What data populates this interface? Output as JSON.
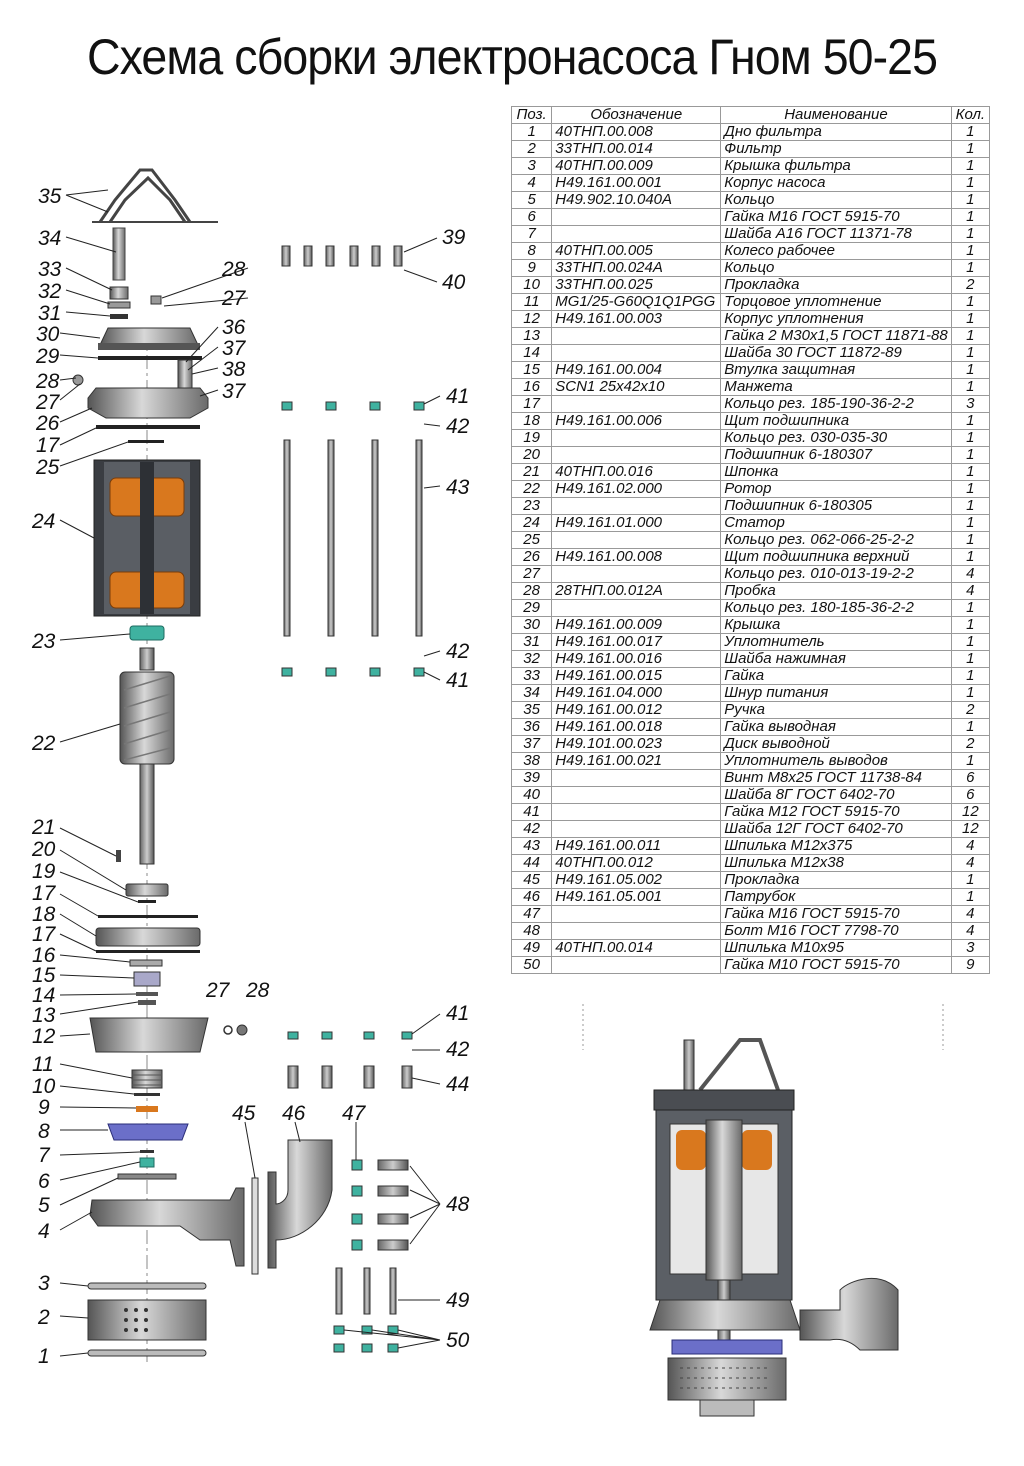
{
  "title": "Схема сборки электронасоса Гном 50-25",
  "table": {
    "headers": [
      "Поз.",
      "Обозначение",
      "Наименование",
      "Кол."
    ],
    "rows": [
      [
        "1",
        "40ТНП.00.008",
        "Дно фильтра",
        "1"
      ],
      [
        "2",
        "33ТНП.00.014",
        "Фильтр",
        "1"
      ],
      [
        "3",
        "40ТНП.00.009",
        "Крышка фильтра",
        "1"
      ],
      [
        "4",
        "Н49.161.00.001",
        "Корпус насоса",
        "1"
      ],
      [
        "5",
        "Н49.902.10.040А",
        "Кольцо",
        "1"
      ],
      [
        "6",
        "",
        "Гайка М16 ГОСТ 5915-70",
        "1"
      ],
      [
        "7",
        "",
        "Шайба А16 ГОСТ 11371-78",
        "1"
      ],
      [
        "8",
        "40ТНП.00.005",
        "Колесо рабочее",
        "1"
      ],
      [
        "9",
        "33ТНП.00.024А",
        "Кольцо",
        "1"
      ],
      [
        "10",
        "33ТНП.00.025",
        "Прокладка",
        "2"
      ],
      [
        "11",
        "MG1/25-G60Q1Q1PGG",
        "Торцовое уплотнение",
        "1"
      ],
      [
        "12",
        "Н49.161.00.003",
        "Корпус уплотнения",
        "1"
      ],
      [
        "13",
        "",
        "Гайка 2 М30х1,5 ГОСТ 11871-88",
        "1"
      ],
      [
        "14",
        "",
        "Шайба 30 ГОСТ 11872-89",
        "1"
      ],
      [
        "15",
        "Н49.161.00.004",
        "Втулка защитная",
        "1"
      ],
      [
        "16",
        "SCN1 25х42х10",
        "Манжета",
        "1"
      ],
      [
        "17",
        "",
        "Кольцо рез. 185-190-36-2-2",
        "3"
      ],
      [
        "18",
        "Н49.161.00.006",
        "Щит подшипника",
        "1"
      ],
      [
        "19",
        "",
        "Кольцо рез. 030-035-30",
        "1"
      ],
      [
        "20",
        "",
        "Подшипник 6-180307",
        "1"
      ],
      [
        "21",
        "40ТНП.00.016",
        "Шпонка",
        "1"
      ],
      [
        "22",
        "Н49.161.02.000",
        "Ротор",
        "1"
      ],
      [
        "23",
        "",
        "Подшипник 6-180305",
        "1"
      ],
      [
        "24",
        "Н49.161.01.000",
        "Статор",
        "1"
      ],
      [
        "25",
        "",
        "Кольцо рез. 062-066-25-2-2",
        "1"
      ],
      [
        "26",
        "Н49.161.00.008",
        "Щит подшипника верхний",
        "1"
      ],
      [
        "27",
        "",
        "Кольцо рез. 010-013-19-2-2",
        "4"
      ],
      [
        "28",
        "28ТНП.00.012А",
        "Пробка",
        "4"
      ],
      [
        "29",
        "",
        "Кольцо рез. 180-185-36-2-2",
        "1"
      ],
      [
        "30",
        "Н49.161.00.009",
        "Крышка",
        "1"
      ],
      [
        "31",
        "Н49.161.00.017",
        "Уплотнитель",
        "1"
      ],
      [
        "32",
        "Н49.161.00.016",
        "Шайба нажимная",
        "1"
      ],
      [
        "33",
        "Н49.161.00.015",
        "Гайка",
        "1"
      ],
      [
        "34",
        "Н49.161.04.000",
        "Шнур питания",
        "1"
      ],
      [
        "35",
        "Н49.161.00.012",
        "Ручка",
        "2"
      ],
      [
        "36",
        "Н49.161.00.018",
        "Гайка выводная",
        "1"
      ],
      [
        "37",
        "Н49.101.00.023",
        "Диск выводной",
        "2"
      ],
      [
        "38",
        "Н49.161.00.021",
        "Уплотнитель выводов",
        "1"
      ],
      [
        "39",
        "",
        "Винт М8х25 ГОСТ 11738-84",
        "6"
      ],
      [
        "40",
        "",
        "Шайба 8Г ГОСТ 6402-70",
        "6"
      ],
      [
        "41",
        "",
        "Гайка М12 ГОСТ 5915-70",
        "12"
      ],
      [
        "42",
        "",
        "Шайба 12Г ГОСТ 6402-70",
        "12"
      ],
      [
        "43",
        "Н49.161.00.011",
        "Шпилька М12х375",
        "4"
      ],
      [
        "44",
        "40ТНП.00.012",
        "Шпилька М12х38",
        "4"
      ],
      [
        "45",
        "Н49.161.05.002",
        "Прокладка",
        "1"
      ],
      [
        "46",
        "Н49.161.05.001",
        "Патрубок",
        "1"
      ],
      [
        "47",
        "",
        "Гайка М16 ГОСТ 5915-70",
        "4"
      ],
      [
        "48",
        "",
        "Болт М16 ГОСТ 7798-70",
        "4"
      ],
      [
        "49",
        "40ТНП.00.014",
        "Шпилька М10х95",
        "3"
      ],
      [
        "50",
        "",
        "Гайка М10 ГОСТ 5915-70",
        "9"
      ]
    ]
  },
  "callouts": {
    "c1": "1",
    "c2": "2",
    "c3": "3",
    "c4": "4",
    "c5": "5",
    "c6": "6",
    "c7": "7",
    "c8": "8",
    "c9": "9",
    "c10": "10",
    "c11": "11",
    "c12": "12",
    "c13": "13",
    "c14": "14",
    "c15": "15",
    "c16": "16",
    "c17a": "17",
    "c17b": "17",
    "c17c": "17",
    "c18": "18",
    "c19": "19",
    "c20": "20",
    "c21": "21",
    "c22": "22",
    "c23": "23",
    "c24": "24",
    "c25": "25",
    "c26": "26",
    "c27a": "27",
    "c27b": "27",
    "c27c": "27",
    "c28a": "28",
    "c28b": "28",
    "c28c": "28",
    "c29": "29",
    "c30": "30",
    "c31": "31",
    "c32": "32",
    "c33": "33",
    "c34": "34",
    "c35": "35",
    "c36": "36",
    "c37a": "37",
    "c37b": "37",
    "c38": "38",
    "c39": "39",
    "c40": "40",
    "c41a": "41",
    "c41b": "41",
    "c41c": "41",
    "c42a": "42",
    "c42b": "42",
    "c42c": "42",
    "c43": "43",
    "c44": "44",
    "c45": "45",
    "c46": "46",
    "c47": "47",
    "c48": "48",
    "c49": "49",
    "c50": "50"
  },
  "colors": {
    "copper": "#d9781e",
    "metal": "#8a8d91",
    "dark": "#3c3f44",
    "impeller": "#6b6fc9",
    "seal": "#3fb2a0"
  }
}
